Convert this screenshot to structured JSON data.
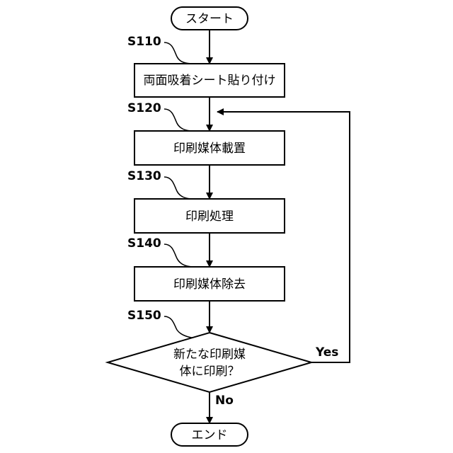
{
  "flowchart": {
    "start": "スタート",
    "end": "エンド",
    "steps": [
      {
        "id": "S110",
        "label": "両面吸着シート貼り付け"
      },
      {
        "id": "S120",
        "label": "印刷媒体載置"
      },
      {
        "id": "S130",
        "label": "印刷処理"
      },
      {
        "id": "S140",
        "label": "印刷媒体除去"
      }
    ],
    "decision": {
      "id": "S150",
      "label_line1": "新たな印刷媒",
      "label_line2": "体に印刷？",
      "yes": "Yes",
      "no": "No"
    }
  }
}
